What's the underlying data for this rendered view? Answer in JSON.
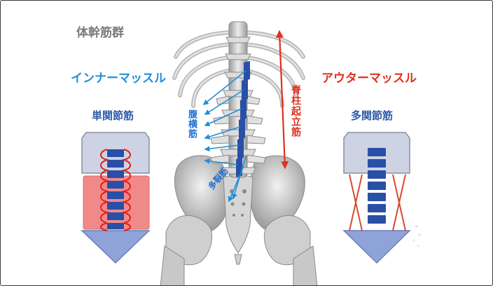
{
  "slide": {
    "title": "体幹筋群",
    "inner_heading": "インナーマッスル",
    "outer_heading": "アウターマッスル",
    "single_joint_label": "単関節筋",
    "multi_joint_label": "多関節筋",
    "erector_spinae_label": "脊柱起立筋",
    "transversus_label": "腹横筋",
    "multifidus_label": "多裂筋"
  },
  "colors": {
    "inner_blue": "#1e8fd8",
    "outer_red": "#e0301e",
    "vertebra_blue": "#2a4fa6",
    "bone": "#d9d9d9"
  }
}
